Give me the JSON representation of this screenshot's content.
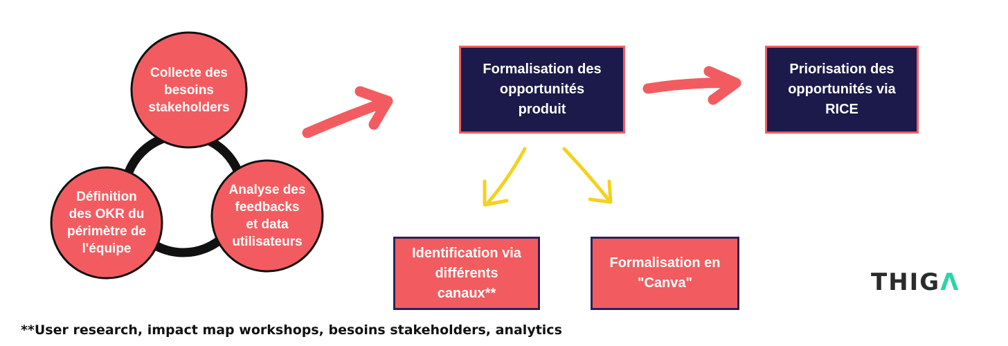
{
  "cycle": {
    "top": "Collecte des\nbesoins\nstakeholders",
    "left": "Définition\ndes OKR du\npérimètre de\nl'équipe",
    "right": "Analyse des\nfeedbacks\net data\nutilisateurs"
  },
  "boxes": {
    "formalisation": "Formalisation des\nopportunités\nproduit",
    "priorisation": "Priorisation des\nopportunités via\nRICE",
    "identification": "Identification via\ndifférents\ncanaux**",
    "canva": "Formalisation en\n\"Canva\""
  },
  "footnote": "**User research, impact map workshops, besoins stakeholders, analytics",
  "logo": {
    "text": "THIG",
    "accent": "Λ"
  },
  "colors": {
    "coral": "#f25c60",
    "navy": "#1b1a4a",
    "yellow": "#f4d21d",
    "ring": "#111111",
    "logo_accent": "#2dd4a7"
  }
}
